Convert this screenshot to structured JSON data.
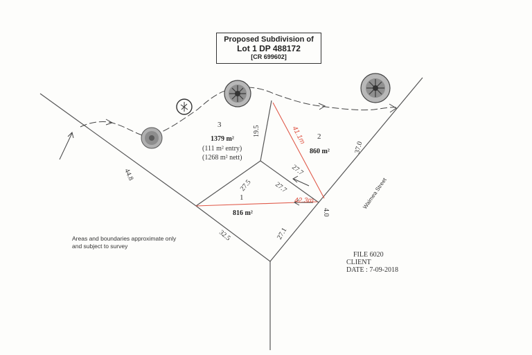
{
  "title": {
    "line1": "Proposed Subdivision of",
    "line2": "Lot 1 DP 488172",
    "line3": "[CR 699602]"
  },
  "lots": [
    {
      "number": "1",
      "area": "816 m²"
    },
    {
      "number": "2",
      "area": "860 m²"
    },
    {
      "number": "3",
      "area": "1379 m²",
      "entry": "(111 m² entry)",
      "nett": "(1268 m² nett)"
    }
  ],
  "boundary_labels": {
    "west": "44.8",
    "south_west": "32.5",
    "south_east": "27.1",
    "corner": "4.0",
    "east": "37.0",
    "lot2_west": "19.5",
    "lot1_north": "27.5",
    "lot1_east": "27.7",
    "lot2_south": "27.7"
  },
  "handwritten": {
    "diagonal_lot2": "41.1m",
    "diagonal_lot1": "42.3m"
  },
  "street": "Waimea Street",
  "note": "Areas and boundaries approximate only and subject to survey",
  "file": {
    "file": "FILE 6020",
    "client": "CLIENT",
    "date": "DATE : 7-09-2018"
  },
  "colors": {
    "line": "#555555",
    "handwritten": "#e05a4a"
  }
}
